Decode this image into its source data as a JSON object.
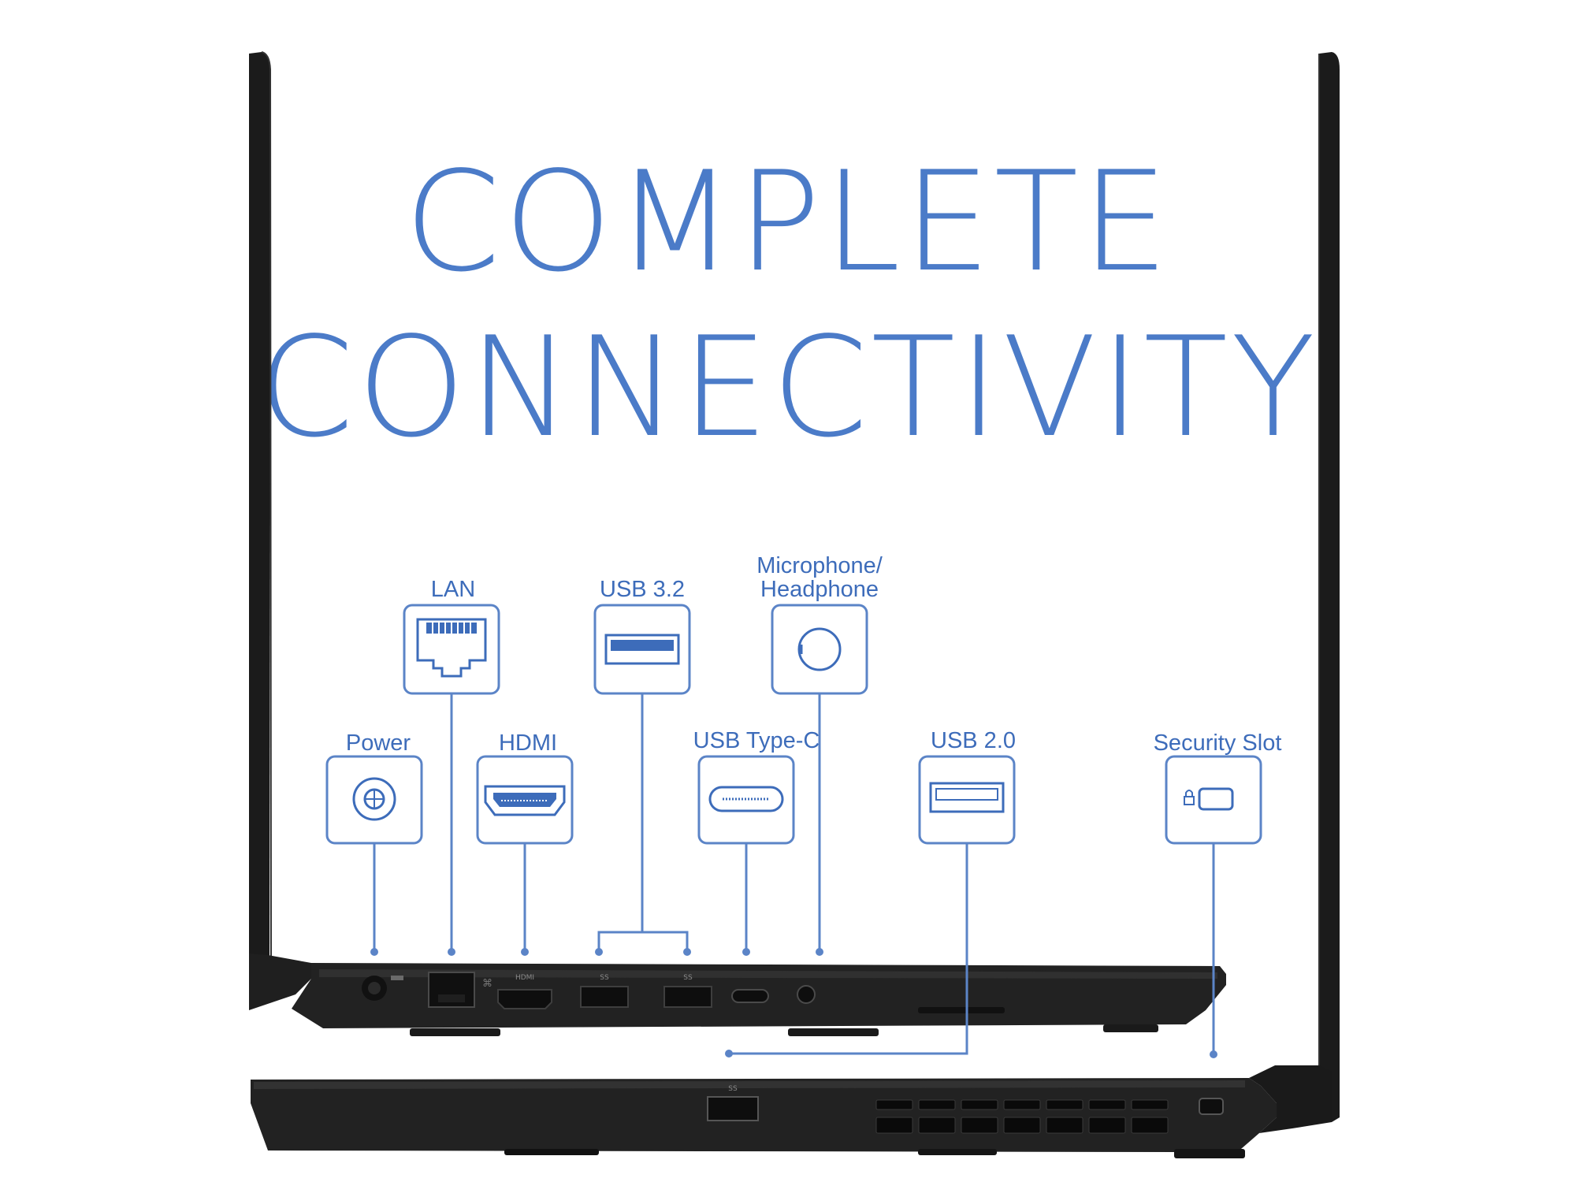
{
  "headline": {
    "line1": "COMPLETE",
    "line2": "CONNECTIVITY",
    "color": "#4b7bc8"
  },
  "ports": {
    "power": {
      "label": "Power",
      "icon": "power-jack-icon"
    },
    "lan": {
      "label": "LAN",
      "icon": "ethernet-port-icon"
    },
    "hdmi": {
      "label": "HDMI",
      "icon": "hdmi-port-icon"
    },
    "usb32": {
      "label": "USB 3.2",
      "icon": "usb-a-port-icon"
    },
    "mic": {
      "label_line1": "Microphone/",
      "label_line2": "Headphone",
      "icon": "audio-jack-icon"
    },
    "usbc": {
      "label": "USB Type-C",
      "icon": "usb-c-port-icon"
    },
    "usb20": {
      "label": "USB 2.0",
      "icon": "usb-a-port-icon"
    },
    "security": {
      "label": "Security Slot",
      "icon": "lock-slot-icon"
    }
  },
  "chassis_markings": {
    "hdmi": "HDMI",
    "ss1": "SS",
    "ss2": "SS",
    "ss3": "SS"
  },
  "colors": {
    "accent": "#4b7bc8",
    "callout": "#5b84c7",
    "laptop": "#1e1e1e"
  }
}
